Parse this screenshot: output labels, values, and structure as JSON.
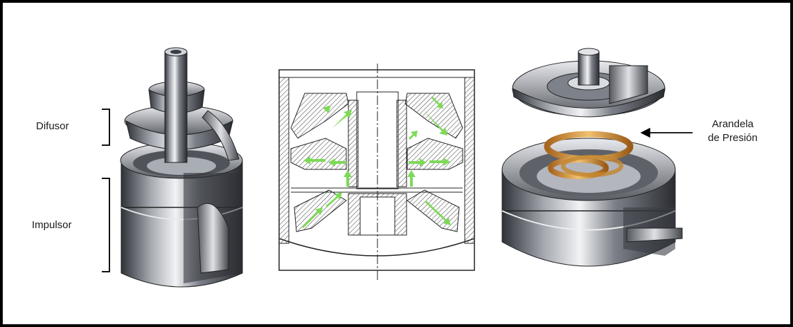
{
  "labels": {
    "difusor": "Difusor",
    "impulsor": "Impulsor",
    "arandela_line1": "Arandela",
    "arandela_line2": "de Presión"
  },
  "colors": {
    "border": "#000000",
    "metal_dark": "#3a3d44",
    "metal_mid": "#8a8e96",
    "metal_light": "#e6e8ec",
    "flow_arrow": "#7ed957",
    "washer": "#d49a3c",
    "hatch": "#555555"
  },
  "icons": [
    "flow-arrow-icon",
    "pointer-arrow-icon"
  ]
}
